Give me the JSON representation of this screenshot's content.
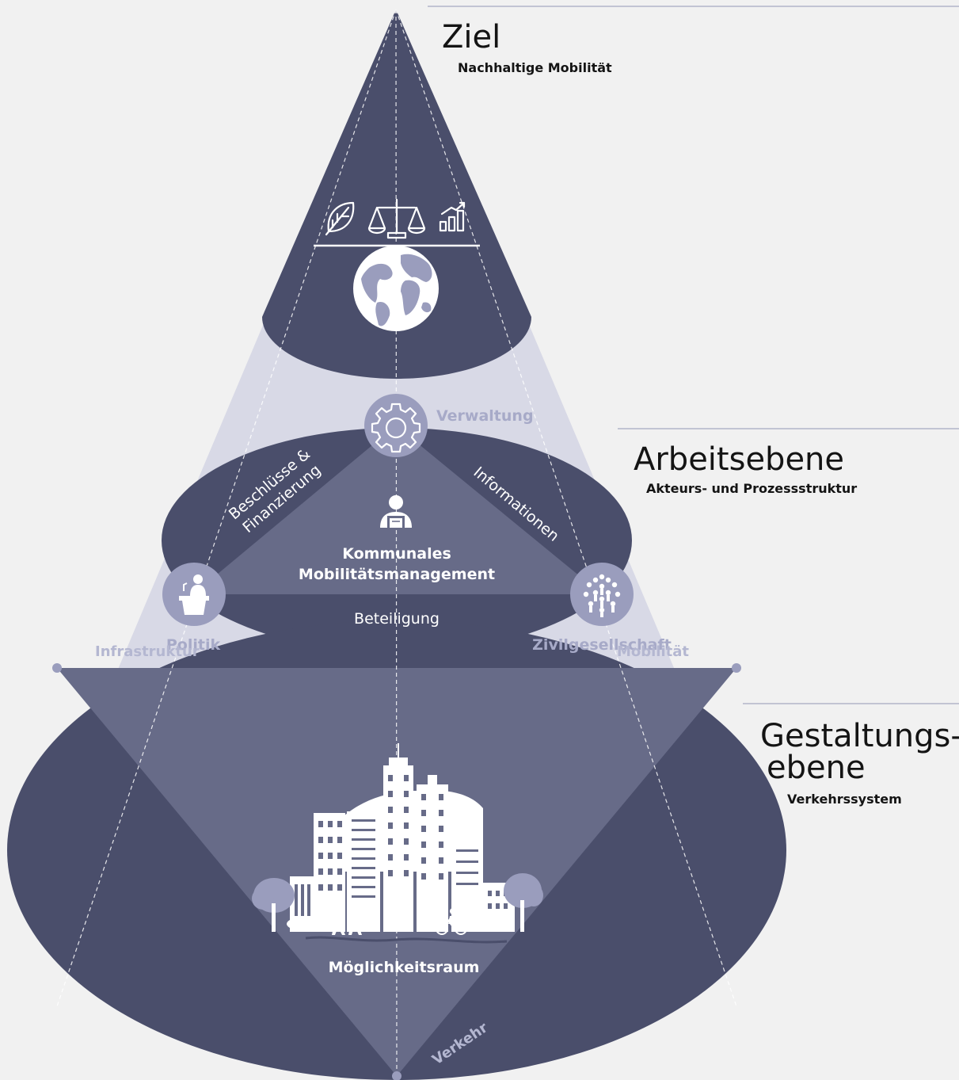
{
  "levels": {
    "ziel": {
      "title": "Ziel",
      "subtitle": "Nachhaltige Mobilität"
    },
    "arbeit": {
      "title": "Arbeitsebene",
      "subtitle": "Akteurs- und Prozessstruktur"
    },
    "gestaltung": {
      "title_line1": "Gestaltungs-",
      "title_line2": "ebene",
      "subtitle": "Verkehrssystem"
    }
  },
  "actors": {
    "verwaltung": "Verwaltung",
    "politik": "Politik",
    "zivil": "Zivilgesellschaft"
  },
  "relations": {
    "beschluesse_line1": "Beschlüsse &",
    "beschluesse_line2": "Finanzierung",
    "informationen": "Informationen",
    "beteiligung": "Beteiligung"
  },
  "center": {
    "line1": "Kommunales",
    "line2": "Mobilitätsmanagement"
  },
  "bottom": {
    "infrastruktur": "Infrastruktur",
    "mobilitaet": "Mobilität",
    "verkehr": "Verkehr",
    "raum": "Möglichkeitsraum"
  },
  "icons": [
    "leaf-icon",
    "scales-icon",
    "growth-chart-icon",
    "globe-icon",
    "gear-icon",
    "manager-icon",
    "podium-speaker-icon",
    "crowd-icon",
    "city-skyline-icon"
  ],
  "colors": {
    "background": "#f1f1f1",
    "dark": "#4a4e6b",
    "cone": "#d8d9e6",
    "triangle": "#676b88",
    "badge": "#9a9dbd",
    "label": "#a7aac8"
  }
}
